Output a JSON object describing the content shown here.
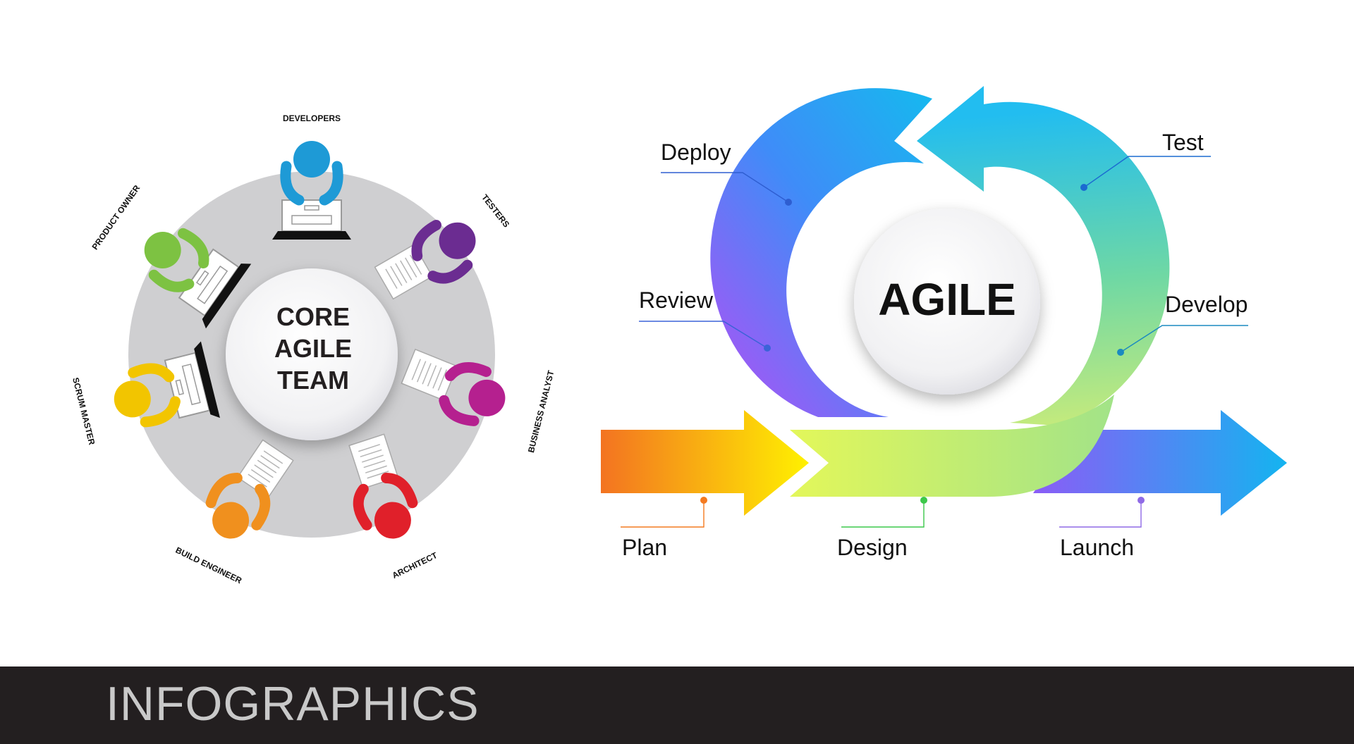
{
  "core_team": {
    "center_lines": [
      "CORE",
      "AGILE",
      "TEAM"
    ],
    "roles": [
      {
        "key": "developers",
        "label": "DEVELOPERS",
        "color": "#1e9ad6"
      },
      {
        "key": "testers",
        "label": "TESTERS",
        "color": "#6b2c91"
      },
      {
        "key": "business-analyst",
        "label": "BUSINESS ANALYST",
        "color": "#b5208f"
      },
      {
        "key": "architect",
        "label": "ARCHITECT",
        "color": "#e0202a"
      },
      {
        "key": "build-engineer",
        "label": "BUILD ENGINEER",
        "color": "#f0901e"
      },
      {
        "key": "scrum-master",
        "label": "SCRUM MASTER",
        "color": "#f2c500"
      },
      {
        "key": "product-owner",
        "label": "PRODUCT OWNER",
        "color": "#7dc242"
      }
    ]
  },
  "agile_cycle": {
    "center_label": "AGILE",
    "stages": [
      {
        "key": "deploy",
        "label": "Deploy",
        "color": "#3b63d8"
      },
      {
        "key": "test",
        "label": "Test",
        "color": "#1b6ad1"
      },
      {
        "key": "review",
        "label": "Review",
        "color": "#3b63d8"
      },
      {
        "key": "develop",
        "label": "Develop",
        "color": "#1b8ac0"
      },
      {
        "key": "plan",
        "label": "Plan",
        "color": "#f47a20"
      },
      {
        "key": "design",
        "label": "Design",
        "color": "#3cc84a"
      },
      {
        "key": "launch",
        "label": "Launch",
        "color": "#8f6ae6"
      }
    ]
  },
  "footer": {
    "title": "INFOGRAPHICS"
  }
}
